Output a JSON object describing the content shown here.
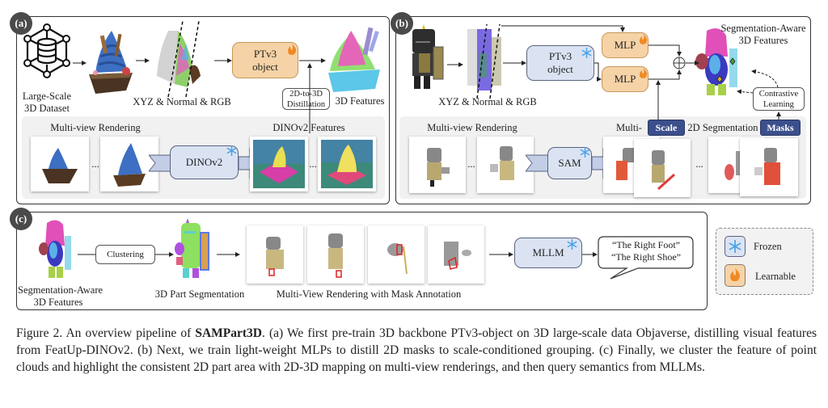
{
  "panel_a": {
    "badge": "(a)",
    "dataset_label_line1": "Large-Scale",
    "dataset_label_line2": "3D Dataset",
    "pointcloud_label": "XYZ & Normal & RGB",
    "backbone_line1": "PTv3",
    "backbone_line2": "object",
    "backbone_state": "learnable",
    "distill_line1": "2D-to-3D",
    "distill_line2": "Distillation",
    "features_label": "3D Features",
    "render_label": "Multi-view Rendering",
    "dino_label": "DINOv2",
    "dino_state": "frozen",
    "dino_features_label": "DINOv2 Features",
    "ellipsis": "..."
  },
  "panel_b": {
    "badge": "(b)",
    "pointcloud_label": "XYZ & Normal & RGB",
    "backbone_line1": "PTv3",
    "backbone_line2": "object",
    "backbone_state": "frozen",
    "mlp_top": "MLP",
    "mlp_bottom": "MLP",
    "output_line1": "Segmentation-Aware",
    "output_line2": "3D Features",
    "contrastive_line1": "Contrastive",
    "contrastive_line2": "Learning",
    "render_label": "Multi-view Rendering",
    "sam_label": "SAM",
    "seg_label_prefix": "Multi-",
    "seg_label_suffix": "2D Segmentation",
    "scale_tag": "Scale",
    "masks_tag": "Masks",
    "ellipsis": "..."
  },
  "panel_c": {
    "badge": "(c)",
    "input_line1": "Segmentation-Aware",
    "input_line2": "3D Features",
    "clustering": "Clustering",
    "part_seg_label": "3D Part Segmentation",
    "render_label": "Multi-View Rendering with Mask Annotation",
    "mllm": "MLLM",
    "answer_line1": "“The Right Foot”",
    "answer_line2": "“The Right Shoe”"
  },
  "legend": {
    "frozen": "Frozen",
    "learnable": "Learnable"
  },
  "colors": {
    "learnable_fill": "#f6d3a6",
    "frozen_fill": "#dbe3f3",
    "tag_fill": "#3b4f8c",
    "snowflake": "#4aa3e8",
    "flame": "#f08a24"
  },
  "caption": {
    "prefix": "Figure 2. An overview pipeline of ",
    "bold": "SAMPart3D",
    "text": ". (a) We first pre-train 3D backbone PTv3-object on 3D large-scale data Objaverse, distilling visual features from FeatUp-DINOv2. (b) Next, we train light-weight MLPs to distill 2D masks to scale-conditioned grouping. (c) Finally, we cluster the feature of point clouds and highlight the consistent 2D part area with 2D-3D mapping on multi-view renderings, and then query semantics from MLLMs."
  }
}
